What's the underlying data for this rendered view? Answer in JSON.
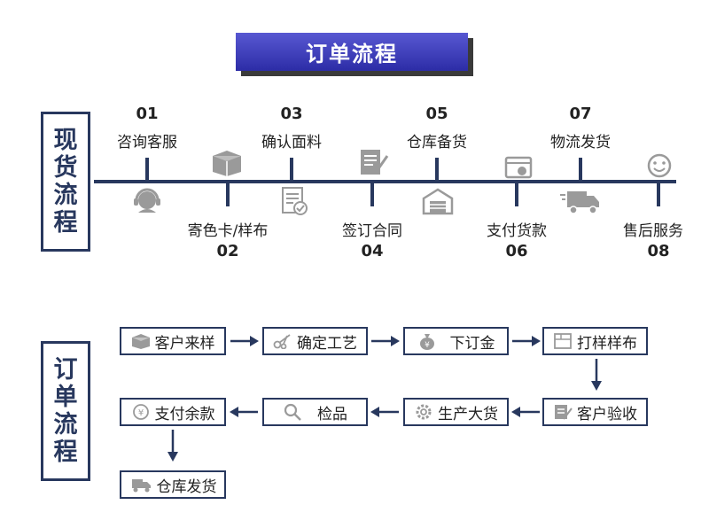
{
  "title": "订单流程",
  "spot_label": [
    "现",
    "货",
    "流",
    "程"
  ],
  "order_label": [
    "订",
    "单",
    "流",
    "程"
  ],
  "spot_steps": [
    {
      "num": "01",
      "label": "咨询客服",
      "icon": "headset-icon"
    },
    {
      "num": "02",
      "label": "寄色卡/样布",
      "icon": "package-box-icon"
    },
    {
      "num": "03",
      "label": "确认面料",
      "icon": "checklist-icon"
    },
    {
      "num": "04",
      "label": "签订合同",
      "icon": "contract-edit-icon"
    },
    {
      "num": "05",
      "label": "仓库备货",
      "icon": "warehouse-icon"
    },
    {
      "num": "06",
      "label": "支付货款",
      "icon": "payment-card-icon"
    },
    {
      "num": "07",
      "label": "物流发货",
      "icon": "delivery-truck-icon"
    },
    {
      "num": "08",
      "label": "售后服务",
      "icon": "smiley-face-icon"
    }
  ],
  "order_steps": [
    {
      "label": "客户来样",
      "icon": "package-box-icon"
    },
    {
      "label": "确定工艺",
      "icon": "scissors-icon"
    },
    {
      "label": "下订金",
      "icon": "money-bag-icon"
    },
    {
      "label": "打样样布",
      "icon": "fabric-layout-icon"
    },
    {
      "label": "客户验收",
      "icon": "checklist-edit-icon"
    },
    {
      "label": "生产大货",
      "icon": "gear-icon"
    },
    {
      "label": "检品",
      "icon": "magnifier-icon"
    },
    {
      "label": "支付余款",
      "icon": "yen-coin-icon"
    },
    {
      "label": "仓库发货",
      "icon": "delivery-truck-icon"
    }
  ]
}
